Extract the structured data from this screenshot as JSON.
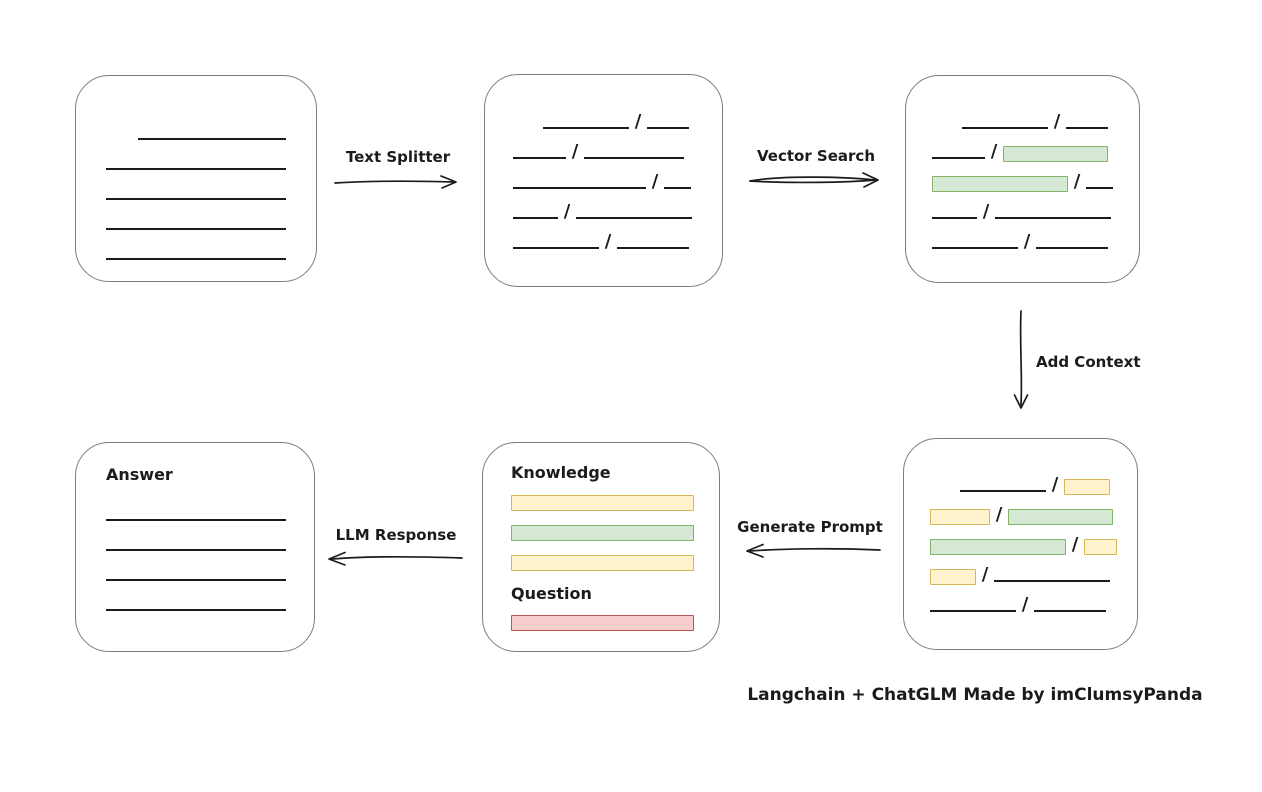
{
  "caption": "Langchain + ChatGLM Made by imClumsyPanda",
  "colors": {
    "ink": "#1b1b1b",
    "box_border": "#7d7d7d",
    "green_fill": "#d5e8d4",
    "green_border": "#82b366",
    "yellow_fill": "#fff2cc",
    "yellow_border": "#d6b656",
    "red_fill": "#f8cecc",
    "red_border": "#b85450"
  },
  "arrows": {
    "text_splitter": {
      "label": "Text Splitter",
      "direction": "right"
    },
    "vector_search": {
      "label": "Vector Search",
      "direction": "right"
    },
    "add_context": {
      "label": "Add Context",
      "direction": "down"
    },
    "generate_prompt": {
      "label": "Generate Prompt",
      "direction": "left"
    },
    "llm_response": {
      "label": "LLM Response",
      "direction": "left"
    }
  },
  "boxes": {
    "document": {
      "rows": [
        [
          {
            "t": "gap",
            "w": 32
          },
          {
            "t": "line",
            "w": 148
          }
        ],
        [
          {
            "t": "line",
            "w": 180
          }
        ],
        [
          {
            "t": "line",
            "w": 180
          }
        ],
        [
          {
            "t": "line",
            "w": 180
          }
        ],
        [
          {
            "t": "line",
            "w": 180
          }
        ]
      ]
    },
    "split_text": {
      "rows": [
        [
          {
            "t": "gap",
            "w": 30
          },
          {
            "t": "line",
            "w": 86
          },
          {
            "t": "slash"
          },
          {
            "t": "line",
            "w": 42
          }
        ],
        [
          {
            "t": "line",
            "w": 53
          },
          {
            "t": "slash"
          },
          {
            "t": "line",
            "w": 100
          }
        ],
        [
          {
            "t": "line",
            "w": 133
          },
          {
            "t": "slash"
          },
          {
            "t": "line",
            "w": 27
          }
        ],
        [
          {
            "t": "line",
            "w": 45
          },
          {
            "t": "slash"
          },
          {
            "t": "line",
            "w": 116
          }
        ],
        [
          {
            "t": "line",
            "w": 86
          },
          {
            "t": "slash"
          },
          {
            "t": "line",
            "w": 72
          }
        ]
      ]
    },
    "vector_matches": {
      "rows": [
        [
          {
            "t": "gap",
            "w": 30
          },
          {
            "t": "line",
            "w": 86
          },
          {
            "t": "slash"
          },
          {
            "t": "line",
            "w": 42
          }
        ],
        [
          {
            "t": "line",
            "w": 53
          },
          {
            "t": "slash"
          },
          {
            "t": "chunk",
            "c": "green",
            "w": 105
          }
        ],
        [
          {
            "t": "chunk",
            "c": "green",
            "w": 136
          },
          {
            "t": "slash"
          },
          {
            "t": "line",
            "w": 27
          }
        ],
        [
          {
            "t": "line",
            "w": 45
          },
          {
            "t": "slash"
          },
          {
            "t": "line",
            "w": 116
          }
        ],
        [
          {
            "t": "line",
            "w": 86
          },
          {
            "t": "slash"
          },
          {
            "t": "line",
            "w": 72
          }
        ]
      ]
    },
    "context_chunks": {
      "rows": [
        [
          {
            "t": "gap",
            "w": 30
          },
          {
            "t": "line",
            "w": 86
          },
          {
            "t": "slash"
          },
          {
            "t": "chunk",
            "c": "yellow",
            "w": 46
          }
        ],
        [
          {
            "t": "chunk",
            "c": "yellow",
            "w": 60
          },
          {
            "t": "slash"
          },
          {
            "t": "chunk",
            "c": "green",
            "w": 105
          }
        ],
        [
          {
            "t": "chunk",
            "c": "green",
            "w": 136
          },
          {
            "t": "slash"
          },
          {
            "t": "chunk",
            "c": "yellow",
            "w": 33
          }
        ],
        [
          {
            "t": "chunk",
            "c": "yellow",
            "w": 46
          },
          {
            "t": "slash"
          },
          {
            "t": "line",
            "w": 116
          }
        ],
        [
          {
            "t": "line",
            "w": 86
          },
          {
            "t": "slash"
          },
          {
            "t": "line",
            "w": 72
          }
        ]
      ]
    },
    "prompt": {
      "knowledge_label": "Knowledge",
      "knowledge_bars": [
        "yellow",
        "green",
        "yellow"
      ],
      "question_label": "Question",
      "question_bars": [
        "red"
      ]
    },
    "answer": {
      "label": "Answer",
      "rows": [
        [
          {
            "t": "line",
            "w": 180
          }
        ],
        [
          {
            "t": "line",
            "w": 180
          }
        ],
        [
          {
            "t": "line",
            "w": 180
          }
        ],
        [
          {
            "t": "line",
            "w": 180
          }
        ]
      ]
    }
  }
}
